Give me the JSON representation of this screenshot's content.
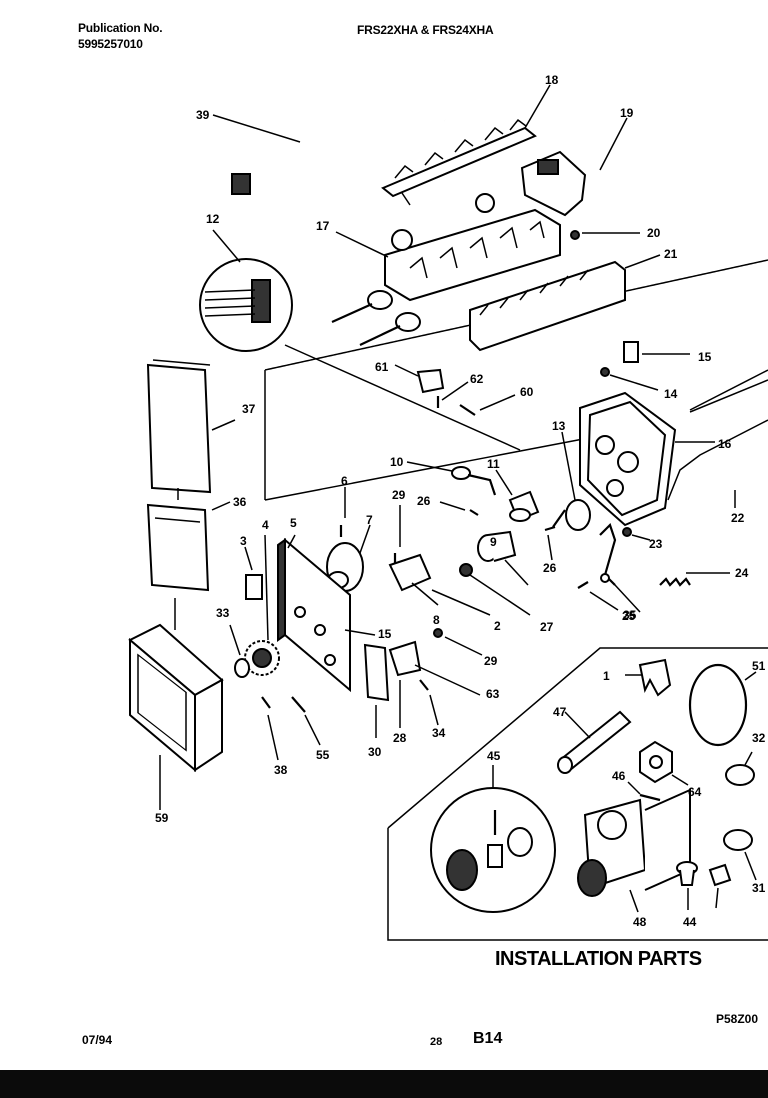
{
  "header": {
    "publication_label": "Publication No.",
    "publication_number": "5995257010",
    "models": "FRS22XHA & FRS24XHA"
  },
  "footer": {
    "date": "07/94",
    "page_number": "28",
    "section_code": "B14",
    "figure_code": "P58Z00"
  },
  "installation_title": "INSTALLATION PARTS",
  "part_numbers": [
    "39",
    "18",
    "19",
    "12",
    "17",
    "20",
    "21",
    "15",
    "61",
    "62",
    "14",
    "60",
    "37",
    "13",
    "16",
    "10",
    "11",
    "6",
    "29",
    "26",
    "22",
    "36",
    "7",
    "9",
    "23",
    "3",
    "4",
    "5",
    "8",
    "27",
    "26",
    "2",
    "25",
    "24",
    "35",
    "33",
    "15",
    "29",
    "63",
    "1",
    "51",
    "47",
    "45",
    "46",
    "64",
    "32",
    "31",
    "30",
    "28",
    "34",
    "38",
    "55",
    "59",
    "48",
    "44"
  ]
}
